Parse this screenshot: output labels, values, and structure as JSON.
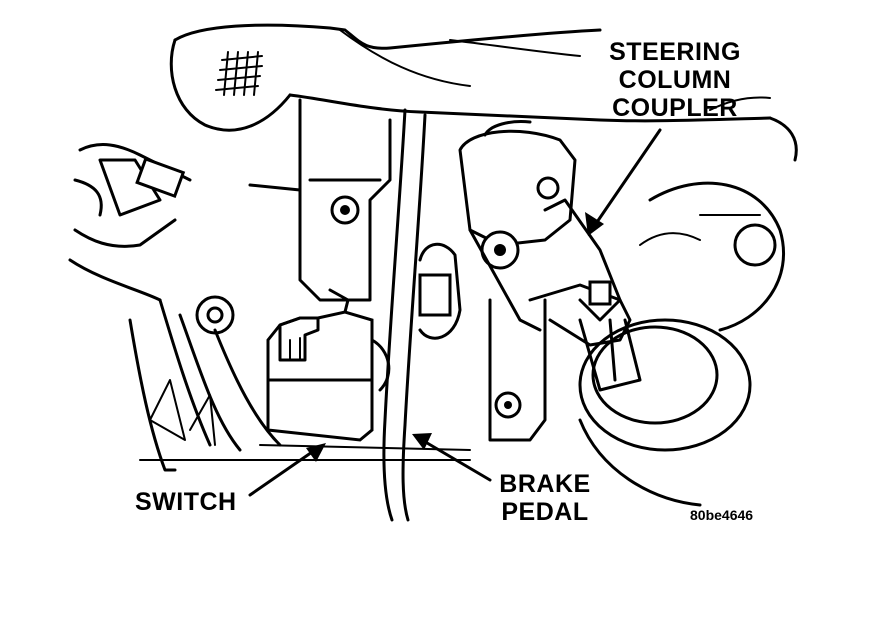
{
  "labels": {
    "steering_line1": "STEERING",
    "steering_line2": "COLUMN",
    "steering_line3": "COUPLER",
    "switch": "SWITCH",
    "brake_line1": "BRAKE",
    "brake_line2": "PEDAL",
    "figure_code": "80be4646"
  },
  "colors": {
    "ink": "#000000",
    "paper": "#ffffff"
  }
}
